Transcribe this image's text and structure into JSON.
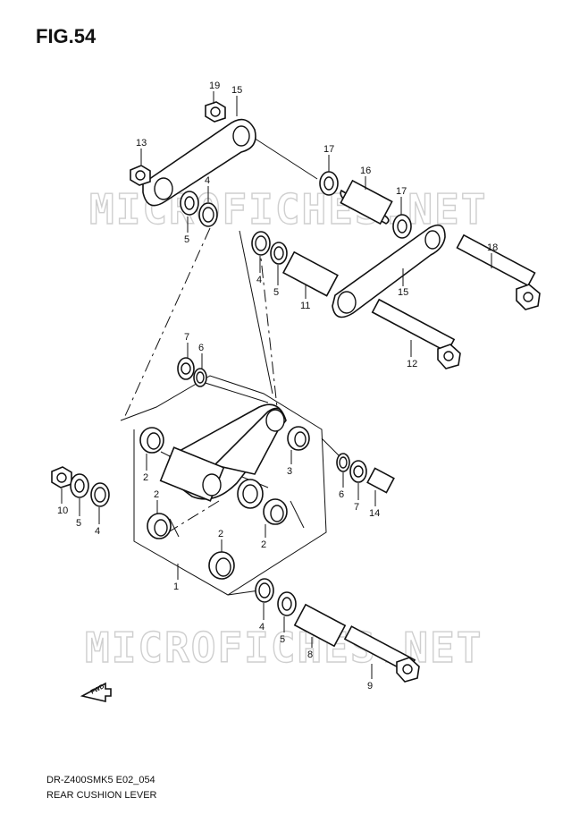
{
  "figure": {
    "title": "FIG.54",
    "model_code": "DR-Z400SMK5 E02_054",
    "subtitle": "REAR CUSHION LEVER",
    "watermark": "MICROFICHES.NET",
    "fwd_label": "FWD"
  },
  "callouts": [
    "19",
    "15",
    "13",
    "4",
    "5",
    "17",
    "16",
    "17",
    "18",
    "4",
    "5",
    "11",
    "15",
    "12",
    "7",
    "6",
    "2",
    "3",
    "2",
    "2",
    "2",
    "6",
    "7",
    "14",
    "10",
    "5",
    "4",
    "1",
    "4",
    "5",
    "8",
    "9"
  ],
  "colors": {
    "ink": "#111111",
    "watermark": "#cfcfcf",
    "background": "#ffffff"
  }
}
